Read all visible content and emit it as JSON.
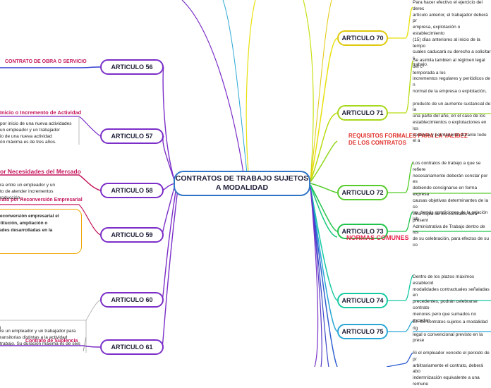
{
  "central": {
    "label": "CONTRATOS DE TRABAJO  SUJETOS\nA  MODALIDAD"
  },
  "left_articles": [
    "ARTICULO 56",
    "ARTICULO 57",
    "ARTICULO 58",
    "ARTICULO 59",
    "ARTICULO 60",
    "ARTICULO 61"
  ],
  "right_articles": [
    "ARTICULO 70",
    "ARTICULO 71",
    "ARTICULO 72",
    "ARTICULO 73",
    "ARTICULO 74",
    "ARTICULO 75"
  ],
  "left_labels": {
    "a56": "CONTRATO DE OBRA O SERVICIO",
    "a57": "Inicio  o Incremento de Actividad",
    "a58": "or Necesidades del Mercado",
    "a59": "rato por Reconversión Empresarial",
    "a61": "Contrato de Suplencia"
  },
  "left_texts": {
    "a57": "por inicio de una nueva actividades\nun empleador y un trabajador\nio de una nueva actividad\nón máxima es de tres años.",
    "a58": "ra entre un empleador y un\nto de atender incrementos\nroducción ,",
    "a59": "r reconversión empresarial el\nustitución, ampliación o\nidades desarrolladas en la",
    "a60": "re un empleador y un trabajador para\nransitorias distintas a la actividad\ntrabajo. Su duración máxima es de seis",
    "stray": "l"
  },
  "right_texts": {
    "a70": "Para hacer efectivo el ejercicio del derec\nartículo anterior, el trabajador deberá pr\nempresa, explotación o establecimiento\n(15) días anteriores al inicio de la tempo\ncuales caducará su derecho a solicitar s\ntrabajo.",
    "a71": "Se asimila tambien al régimen legal del c\ntemporada a los\n incrementos regulares y periódicos de n\nnormal de la empresa o explotación,\n\nproducto de un aumento sustancial de la\nuna parte del año, en el caso de los\n establecimientos o explotaciones en los\ncontinua y permanente durante todo el a",
    "a72": "Los contratos de trabajo a que se refiere\nnecesariamente deberán constar por es\ndebiendo consignarse en forma expresa\ncausas objetivas determinantes de la co\nlas demás condiciones de la relación lab",
    "a73": "Una copia de los contratos será present\nAdministrativa de Trabajo dentro de los \nde su celebración, para efectos de su co",
    "a74": "Dentro de los plazos máximos establecid\nmodalidades contractuales señaladas en\nprecedentes, podrán celebrarse contrato\nmenores pero que sumados no excedan",
    "a75": "En los contratos sujetos a modalidad rig\nlegal o convencional previsto en la prese",
    "a76": "Si el empleador vencido el periodo de pr\narbitrariamente el contrato, deberá abo\nindemnización equivalente a una remune"
  },
  "headings": {
    "requisitos": "REQUISITOS FORMALES PARA LA VALIDEZ\nDE LOS CONTRATOS",
    "normas": "NORMAS COMUNES"
  },
  "colors": {
    "central_border": "#2f76c7",
    "article_border": "#7b2ec8",
    "left_links": "#7b2ec8",
    "right_links": [
      "#e8e10a",
      "#8fd61c",
      "#21c34a",
      "#16c9a2",
      "#2aa7d6",
      "#2f5fd0"
    ],
    "heading_red": "#e0342e",
    "label_magenta": "#c4145a",
    "box_border": "#f0a500"
  }
}
